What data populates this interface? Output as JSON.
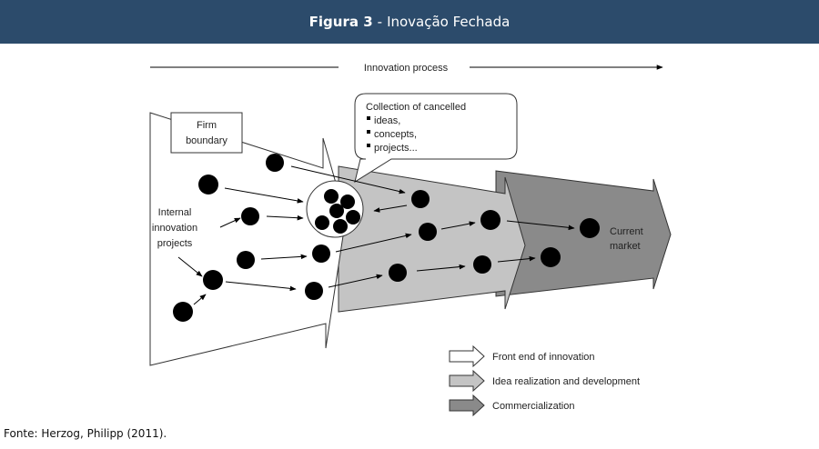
{
  "header": {
    "figure_label": "Figura 3",
    "separator": "-",
    "title": "Inovação Fechada"
  },
  "diagram": {
    "process_label": "Innovation process",
    "firm_boundary": [
      "Firm",
      "boundary"
    ],
    "callout": {
      "title": "Collection of cancelled",
      "items": [
        "ideas,",
        "concepts,",
        "projects..."
      ]
    },
    "internal_label": [
      "Internal",
      "innovation",
      "projects"
    ],
    "market_label": [
      "Current",
      "market"
    ],
    "colors": {
      "front_end": "#ffffff",
      "development": "#c4c4c4",
      "commercialization": "#8a8a8a",
      "node": "#000000",
      "header": "#2c4b6b"
    },
    "legend": [
      {
        "label": "Front end of innovation",
        "color": "#ffffff"
      },
      {
        "label": "Idea realization and development",
        "color": "#c4c4c4"
      },
      {
        "label": "Commercialization",
        "color": "#8a8a8a"
      }
    ]
  },
  "source": "Fonte: Herzog, Philipp (2011)."
}
